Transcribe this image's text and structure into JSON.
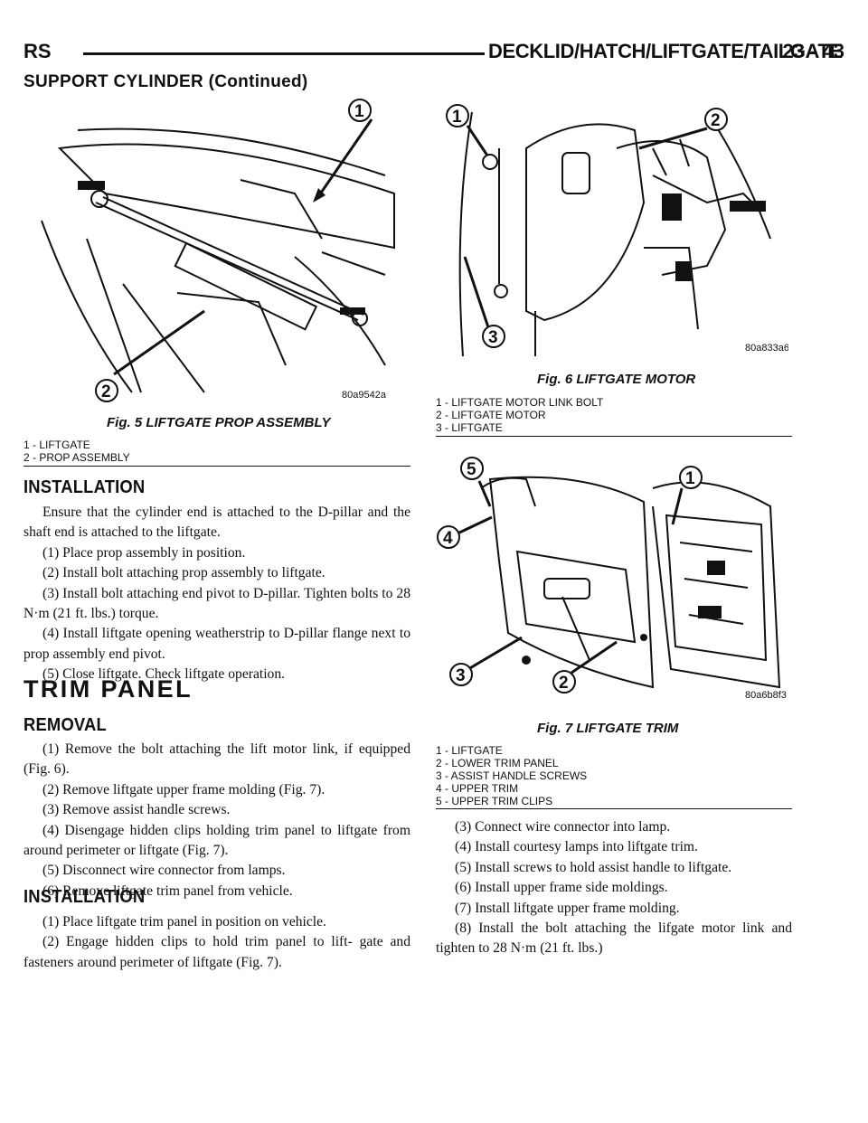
{
  "header": {
    "left": "RS",
    "right": "DECKLID/HATCH/LIFTGATE/TAILGATE",
    "page": "23 - 43"
  },
  "subheading": "SUPPORT CYLINDER (Continued)",
  "fig5": {
    "callouts": [
      "1",
      "2"
    ],
    "code": "80a9542a",
    "caption": "Fig. 5 LIFTGATE PROP ASSEMBLY",
    "legend": [
      "1 - LIFTGATE",
      "2 - PROP ASSEMBLY"
    ]
  },
  "fig6": {
    "callouts": [
      "1",
      "2",
      "3"
    ],
    "code": "80a833a6",
    "caption": "Fig. 6 LIFTGATE MOTOR",
    "legend": [
      "1 - LIFTGATE MOTOR LINK BOLT",
      "2 - LIFTGATE MOTOR",
      "3 - LIFTGATE"
    ]
  },
  "fig7": {
    "callouts": [
      "5",
      "1",
      "4",
      "3",
      "2"
    ],
    "code": "80a6b8f3",
    "caption": "Fig. 7 LIFTGATE TRIM",
    "legend": [
      "1 - LIFTGATE",
      "2 - LOWER TRIM PANEL",
      "3 - ASSIST HANDLE SCREWS",
      "4 - UPPER TRIM",
      "5 - UPPER TRIM CLIPS"
    ]
  },
  "installation1": {
    "heading": "INSTALLATION",
    "paragraphs": [
      "Ensure that the cylinder end is attached to the D-pillar and the shaft end is attached to the liftgate.",
      "(1) Place prop assembly in position.",
      "(2) Install bolt attaching prop assembly to liftgate.",
      "(3) Install bolt attaching end pivot to D-pillar. Tighten bolts to 28 N·m (21 ft. lbs.) torque.",
      "(4) Install liftgate opening weatherstrip to D-pillar flange next to prop assembly end pivot.",
      "(5) Close liftgate. Check liftgate operation."
    ]
  },
  "trim_panel": {
    "heading": "TRIM PANEL"
  },
  "removal": {
    "heading": "REMOVAL",
    "paragraphs": [
      "(1) Remove the bolt attaching the lift motor link, if equipped (Fig. 6).",
      "(2) Remove liftgate upper frame molding (Fig. 7).",
      "(3) Remove assist handle screws.",
      "(4) Disengage hidden clips holding trim panel to liftgate from around perimeter or liftgate (Fig. 7).",
      "(5) Disconnect wire connector from lamps.",
      "(6) Remove liftgate trim panel from vehicle."
    ]
  },
  "installation2": {
    "heading": "INSTALLATION",
    "paragraphs": [
      "(1) Place liftgate trim panel in position on vehicle.",
      "(2) Engage hidden clips to hold trim panel to lift- gate and fasteners around perimeter of liftgate (Fig. 7)."
    ]
  },
  "continued": {
    "paragraphs": [
      "(3) Connect wire connector into lamp.",
      "(4) Install courtesy lamps into liftgate trim.",
      "(5) Install screws to hold assist handle to liftgate.",
      "(6) Install upper frame side moldings.",
      "(7) Install liftgate upper frame molding.",
      "(8) Install the bolt attaching the lifgate motor link and tighten to 28 N·m (21 ft. lbs.)"
    ]
  }
}
